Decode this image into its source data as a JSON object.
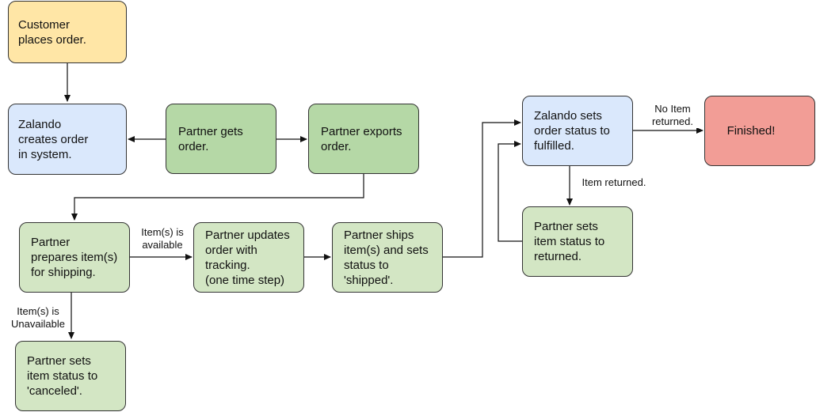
{
  "nodes": {
    "customer_places_order": "Customer\nplaces order.",
    "zalando_creates_order": "Zalando\ncreates order\nin system.",
    "partner_gets_order": "Partner gets\norder.",
    "partner_exports_order": "Partner exports\norder.",
    "partner_prepares_items": "Partner\nprepares item(s)\nfor shipping.",
    "partner_updates_order": "Partner updates\norder with\ntracking.\n(one time step)",
    "partner_ships_items": "Partner ships\nitem(s) and sets\nstatus to\n'shipped'.",
    "zalando_sets_fulfilled": "Zalando sets\norder status to\nfulfilled.",
    "finished": "Finished!",
    "partner_sets_returned": "Partner sets\nitem status to\nreturned.",
    "partner_sets_canceled": "Partner sets\nitem status to\n'canceled'."
  },
  "edge_labels": {
    "items_available": "Item(s) is\navailable",
    "items_unavailable": "Item(s) is\nUnavailable",
    "no_item_returned": "No Item\nreturned.",
    "item_returned": "Item returned."
  },
  "colors": {
    "start": "#ffe6a6",
    "system": "#dae8fc",
    "partner_primary": "#b5d8a6",
    "partner": "#d3e6c4",
    "end": "#f29d96"
  }
}
